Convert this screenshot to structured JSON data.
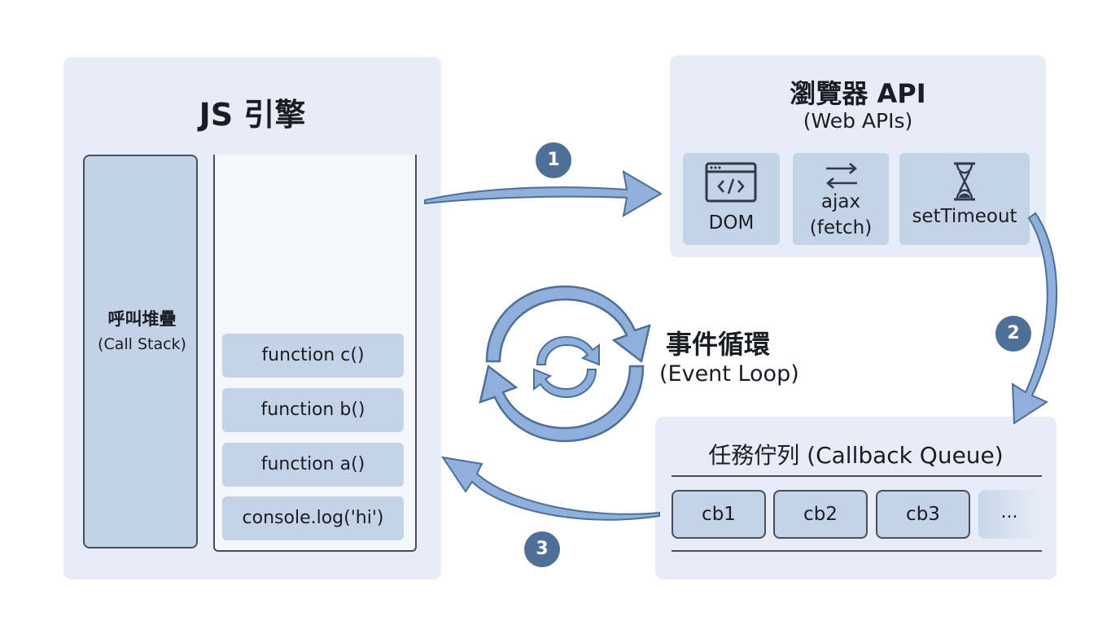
{
  "js_engine": {
    "title": "JS 引擎",
    "call_stack_label": {
      "cn": "呼叫堆疊",
      "en": "(Call Stack)"
    },
    "stack_frames": [
      "function c()",
      "function b()",
      "function a()",
      "console.log('hi')"
    ]
  },
  "web_apis": {
    "title": "瀏覽器 API",
    "subtitle": "(Web APIs)",
    "cards": [
      {
        "icon": "code-window-icon",
        "label": "DOM"
      },
      {
        "icon": "swap-arrows-icon",
        "label_line1": "ajax",
        "label_line2": "(fetch)"
      },
      {
        "icon": "hourglass-icon",
        "label": "setTimeout"
      }
    ]
  },
  "event_loop": {
    "cn": "事件循環",
    "en": "(Event Loop)"
  },
  "callback_queue": {
    "title": "任務佇列 (Callback Queue)",
    "items": [
      "cb1",
      "cb2",
      "cb3"
    ],
    "more": "..."
  },
  "steps": [
    "1",
    "2",
    "3"
  ],
  "colors": {
    "panel": "#e6edf6",
    "card": "#c4d3e7",
    "arrow": "#8fb0da",
    "badge": "#4e6f98",
    "outline": "#4a4f57"
  }
}
